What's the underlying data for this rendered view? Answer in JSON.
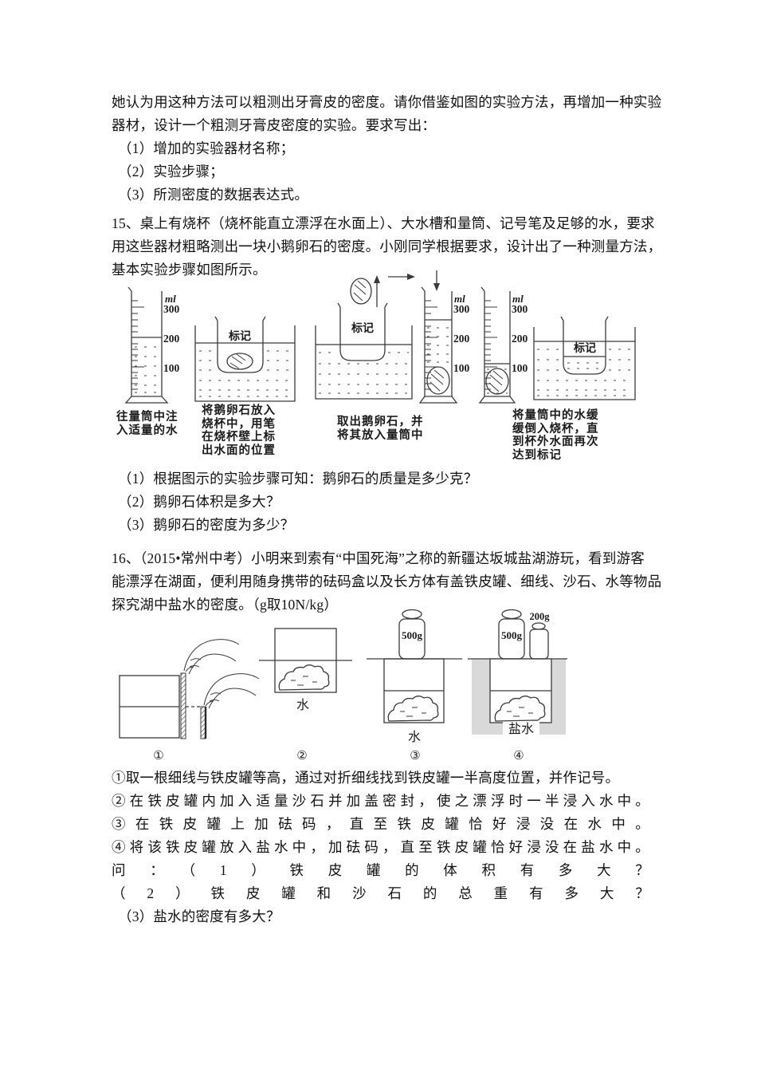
{
  "doc": {
    "intro": {
      "l1": "她认为用这种方法可以粗测出牙膏皮的密度。请你借鉴如图的实验方法，再增加一种实验",
      "l2": "器材，设计一个粗测牙膏皮密度的实验。要求写出：",
      "i1": "（1）增加的实验器材名称；",
      "i2": "（2）实验步骤；",
      "i3": "（3）所测密度的数据表达式。"
    },
    "q15": {
      "s1": "15、桌上有烧杯（烧杯能直立漂浮在水面上）、大水槽和量筒、记号笔及足够的水，要求",
      "s2": "用这些器材粗略测出一块小鹅卵石的密度。小刚同学根据要求，设计出了一种测量方法，",
      "s3": "基本实验步骤如图所示。",
      "fig": {
        "unit": "ml",
        "t300": "300",
        "t200": "200",
        "t100": "100",
        "mark": "标记",
        "cap1": "往量筒中注\n入适量的水",
        "cap2": "将鹅卵石放入\n烧杯中，用笔\n在烧杯壁上标\n出水面的位置",
        "cap3": "取出鹅卵石，并\n将其放入量筒中",
        "cap4": "将量筒中的水缓\n缓倒入烧杯，直\n到杯外水面再次\n达到标记"
      },
      "a1": "（1）根据图示的实验步骤可知：鹅卵石的质量是多少克？",
      "a2": "（2）鹅卵石体积是多大？",
      "a3": "（3）鹅卵石的密度为多少？"
    },
    "q16": {
      "s1": "16、（2015•常州中考）小明来到索有“中国死海”之称的新疆达坂城盐湖游玩，看到游客",
      "s2": "能漂浮在湖面，便利用随身携带的砝码盒以及长方体有盖铁皮罐、细线、沙石、水等物品",
      "s3": "探究湖中盐水的密度。（g取10N/kg）",
      "fig": {
        "w500": "500g",
        "w200": "200g",
        "water": "水",
        "brine": "盐水",
        "n1": "①",
        "n2": "②",
        "n3": "③",
        "n4": "④",
        "brine_color": "#d9d9d9"
      },
      "st1": "①取一根细线与铁皮罐等高，通过对折细线找到铁皮罐一半高度位置，并作记号。",
      "st2": "②在铁皮罐内加入适量沙石并加盖密封，使之漂浮时一半浸入水中。",
      "st3": "③在铁皮罐上加砝码，直至铁皮罐恰好浸没在水中。",
      "st4": "④将该铁皮罐放入盐水中，加砝码，直至铁皮罐恰好浸没在盐水中。",
      "ask1": "问：（1）铁皮罐的体积有多大？",
      "ask2": "（2）铁皮罐和沙石的总重有多大？",
      "ask3": "（3）盐水的密度有多大？"
    }
  }
}
